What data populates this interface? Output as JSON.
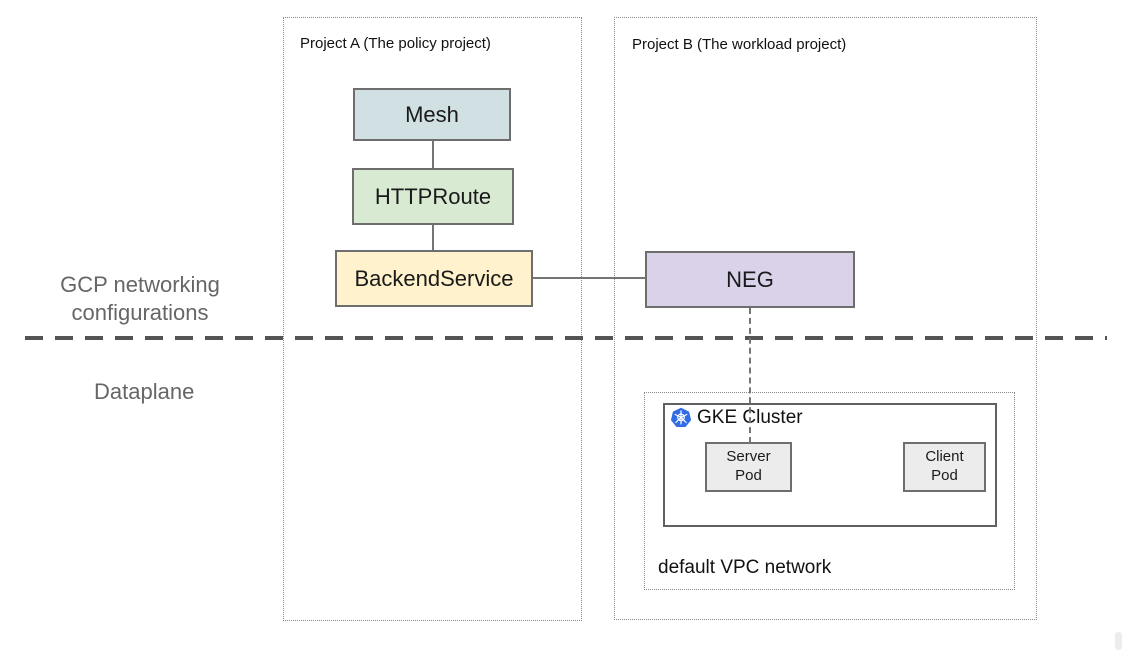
{
  "projects": {
    "a": {
      "label": "Project A (The policy project)"
    },
    "b": {
      "label": "Project B (The workload project)"
    }
  },
  "section_labels": {
    "top": "GCP networking configurations",
    "bottom": "Dataplane"
  },
  "nodes": {
    "mesh": {
      "label": "Mesh"
    },
    "httproute": {
      "label": "HTTPRoute"
    },
    "backend_service": {
      "label": "BackendService"
    },
    "neg": {
      "label": "NEG"
    },
    "server_pod": {
      "label": "Server\nPod"
    },
    "client_pod": {
      "label": "Client\nPod"
    }
  },
  "cluster": {
    "label": "GKE Cluster",
    "icon": "kubernetes-icon"
  },
  "vpc": {
    "label": "default VPC network"
  },
  "colors": {
    "node_fills": {
      "mesh": "#d0e0e3",
      "httproute": "#d9ead3",
      "backend-service": "#fff2cc",
      "neg": "#d9d2e9",
      "server-pod": "#ececec",
      "client-pod": "#ececec"
    },
    "kubernetes_blue": "#326ce5",
    "connector_gray": "#757575",
    "section_label_gray": "#666666",
    "separator_gray": "#545454"
  }
}
